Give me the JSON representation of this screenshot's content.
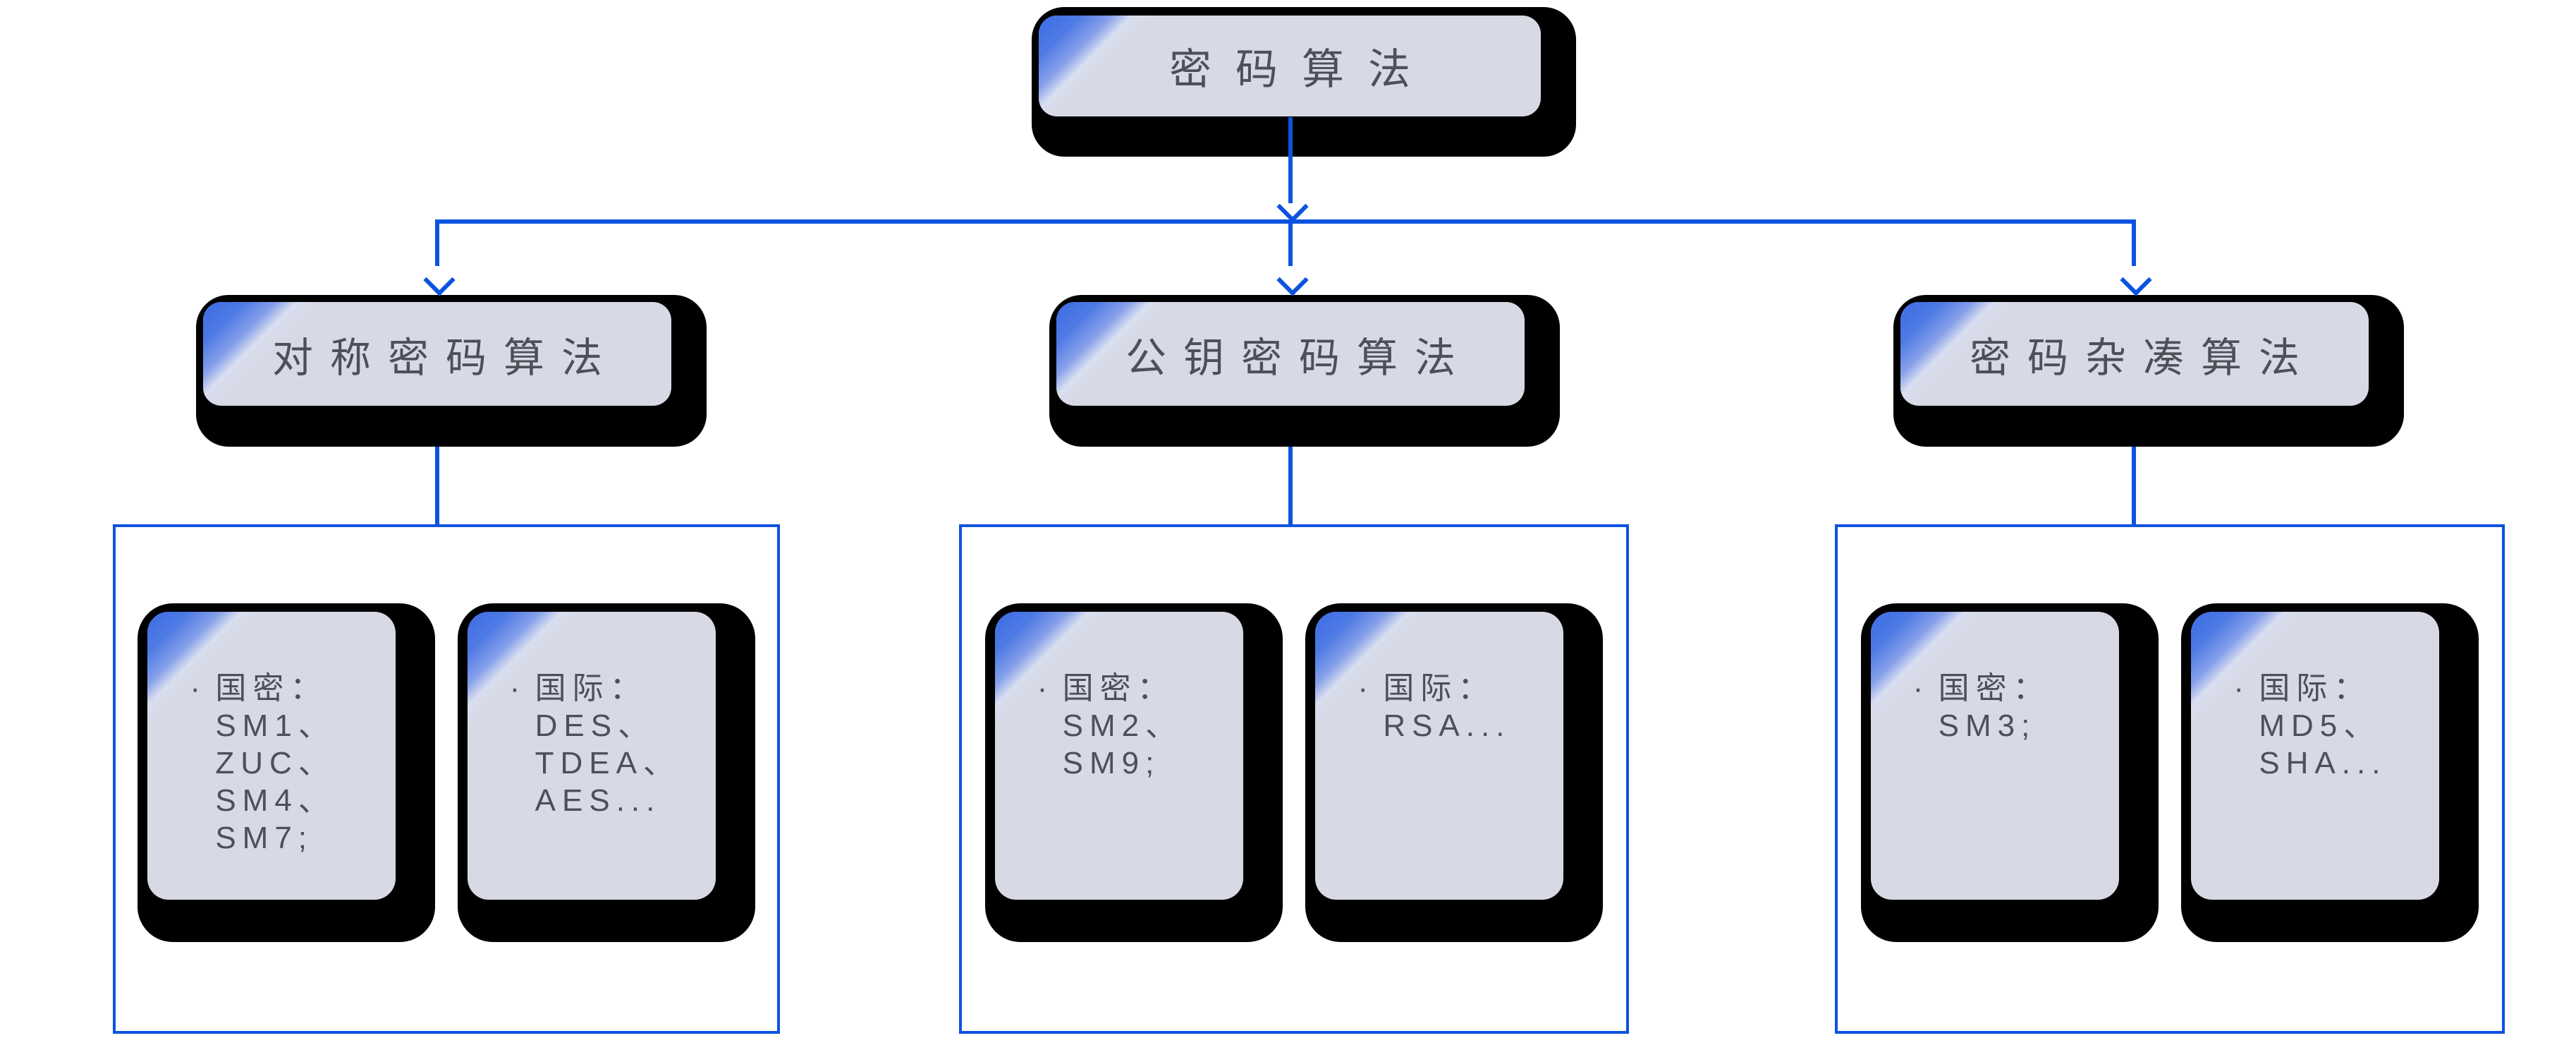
{
  "diagram": {
    "root": {
      "label": "密码算法"
    },
    "branches": [
      {
        "label": "对称密码算法",
        "cards": [
          {
            "bullet": "·",
            "label": "国密：",
            "items": [
              "SM1、",
              "ZUC、",
              "SM4、",
              "SM7;"
            ]
          },
          {
            "bullet": "·",
            "label": "国际：",
            "items": [
              "DES、",
              "TDEA、",
              "AES..."
            ]
          }
        ]
      },
      {
        "label": "公钥密码算法",
        "cards": [
          {
            "bullet": "·",
            "label": "国密：",
            "items": [
              "SM2、",
              "SM9;"
            ]
          },
          {
            "bullet": "·",
            "label": "国际：",
            "items": [
              "RSA..."
            ]
          }
        ]
      },
      {
        "label": "密码杂凑算法",
        "cards": [
          {
            "bullet": "·",
            "label": "国密：",
            "items": [
              "SM3;"
            ]
          },
          {
            "bullet": "·",
            "label": "国际：",
            "items": [
              "MD5、",
              "SHA..."
            ]
          }
        ]
      }
    ],
    "colors": {
      "connector_blue": "#0d53df",
      "card_fill": "#d7dae5",
      "corner_gradient_blue": "#3b6ce3",
      "shadow_black": "#000000",
      "text_gray": "#4d5058",
      "background": "#ffffff"
    }
  }
}
